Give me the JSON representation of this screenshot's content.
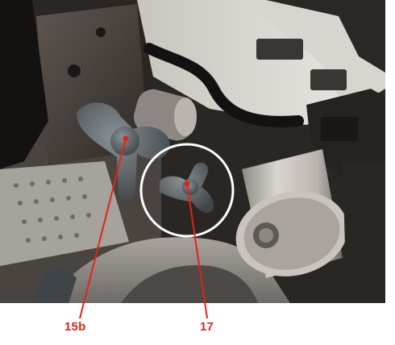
{
  "callouts": [
    {
      "id": "15b",
      "label": "15b"
    },
    {
      "id": "17",
      "label": "17"
    }
  ],
  "colors": {
    "callout_line": "#e2231a",
    "highlight_circle": "#ffffff",
    "knob": "#5c6366",
    "machine_dark": "#1e1c1b",
    "metal_light": "#c9c4bd"
  }
}
